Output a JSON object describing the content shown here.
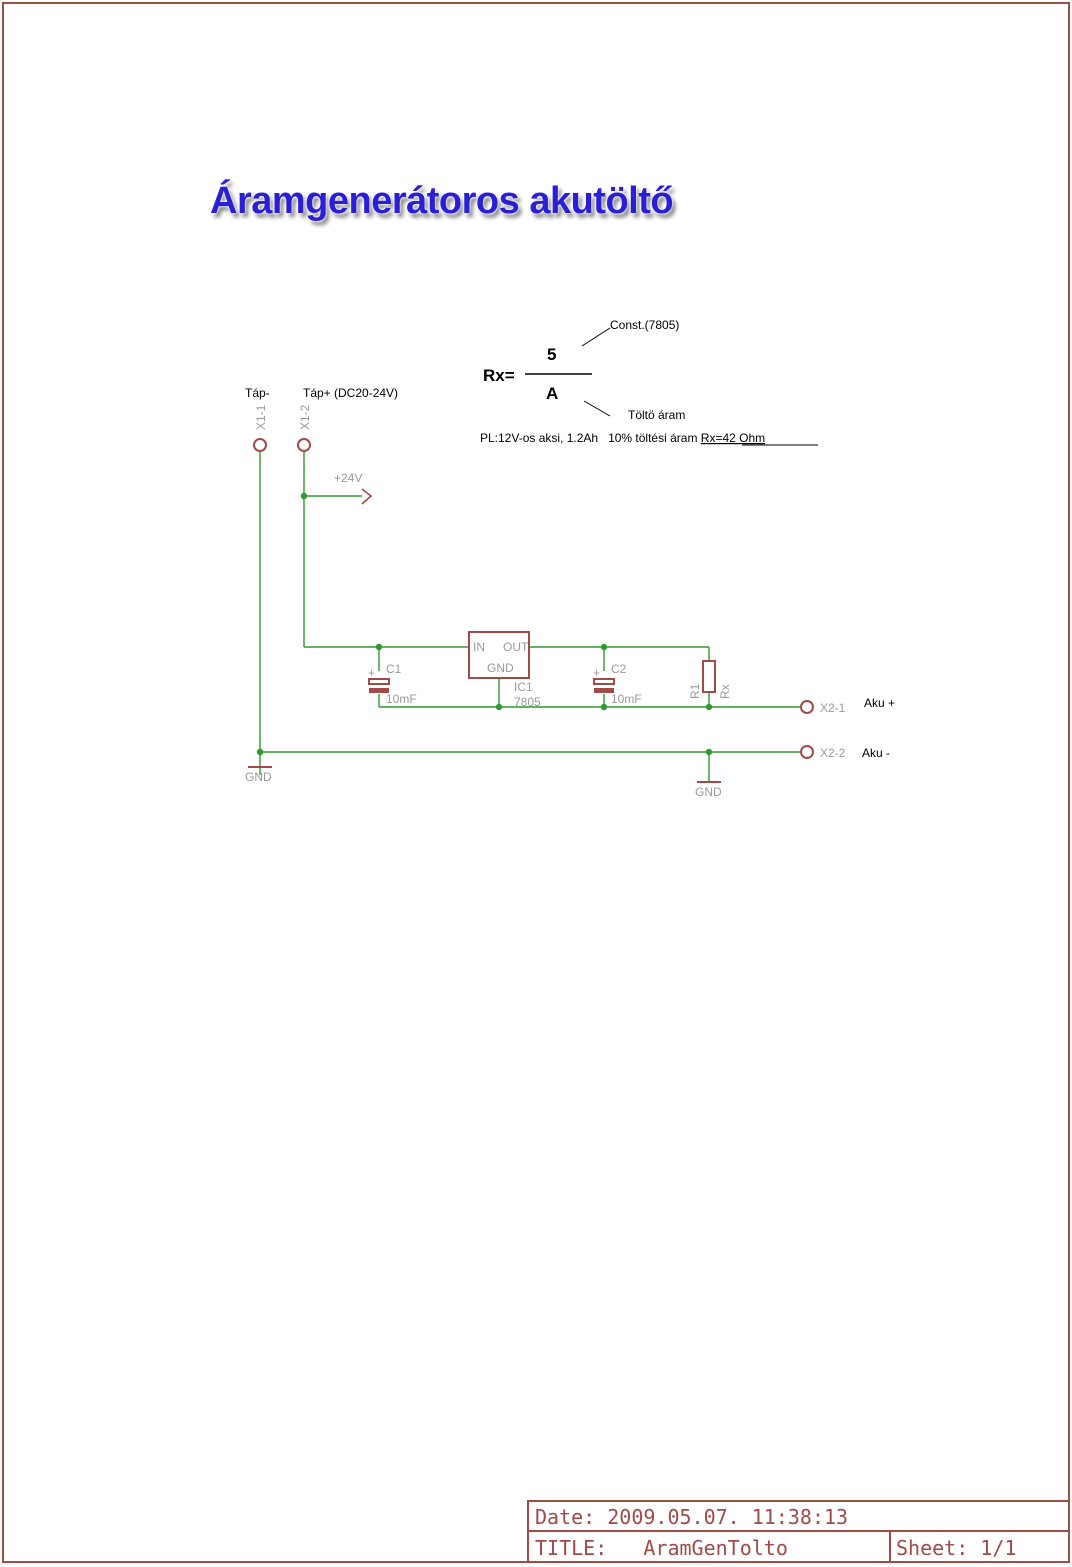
{
  "title": "Áramgenerátoros akutöltő",
  "formula": {
    "lhs": "Rx=",
    "numerator": "5",
    "denominator": "A",
    "numerator_note": "Const.(7805)",
    "denominator_note": "Töltö áram",
    "example": "PL:12V-os aksi, 1.2Ah   10% töltési áram ",
    "example_result": "Rx=42 Ohm"
  },
  "connectors": {
    "x1_1": {
      "label": "X1-1",
      "caption": "Táp-"
    },
    "x1_2": {
      "label": "X1-2",
      "caption": "Táp+ (DC20-24V)"
    },
    "x2_1": {
      "label": "X2-1",
      "caption": "Aku +"
    },
    "x2_2": {
      "label": "X2-2",
      "caption": "Aku -"
    }
  },
  "supply": {
    "label": "+24V"
  },
  "regulator": {
    "name": "IC1",
    "value": "7805",
    "pin_in": "IN",
    "pin_out": "OUT",
    "pin_gnd": "GND"
  },
  "c1": {
    "name": "C1",
    "value": "10mF",
    "polarity": "+"
  },
  "c2": {
    "name": "C2",
    "value": "10mF",
    "polarity": "+"
  },
  "r1": {
    "name": "R1",
    "value": "Rx"
  },
  "ground": {
    "left": "GND",
    "right": "GND"
  },
  "titleblock": {
    "date": "Date: 2009.05.07. 11:38:13",
    "title": "TITLE:   AramGenTolto",
    "sheet": "Sheet: 1/1"
  },
  "colors": {
    "wire": "#2f9a2f",
    "part": "#a04a4a",
    "title": "#2a1fd6",
    "text_grey": "#9a9a9a"
  }
}
